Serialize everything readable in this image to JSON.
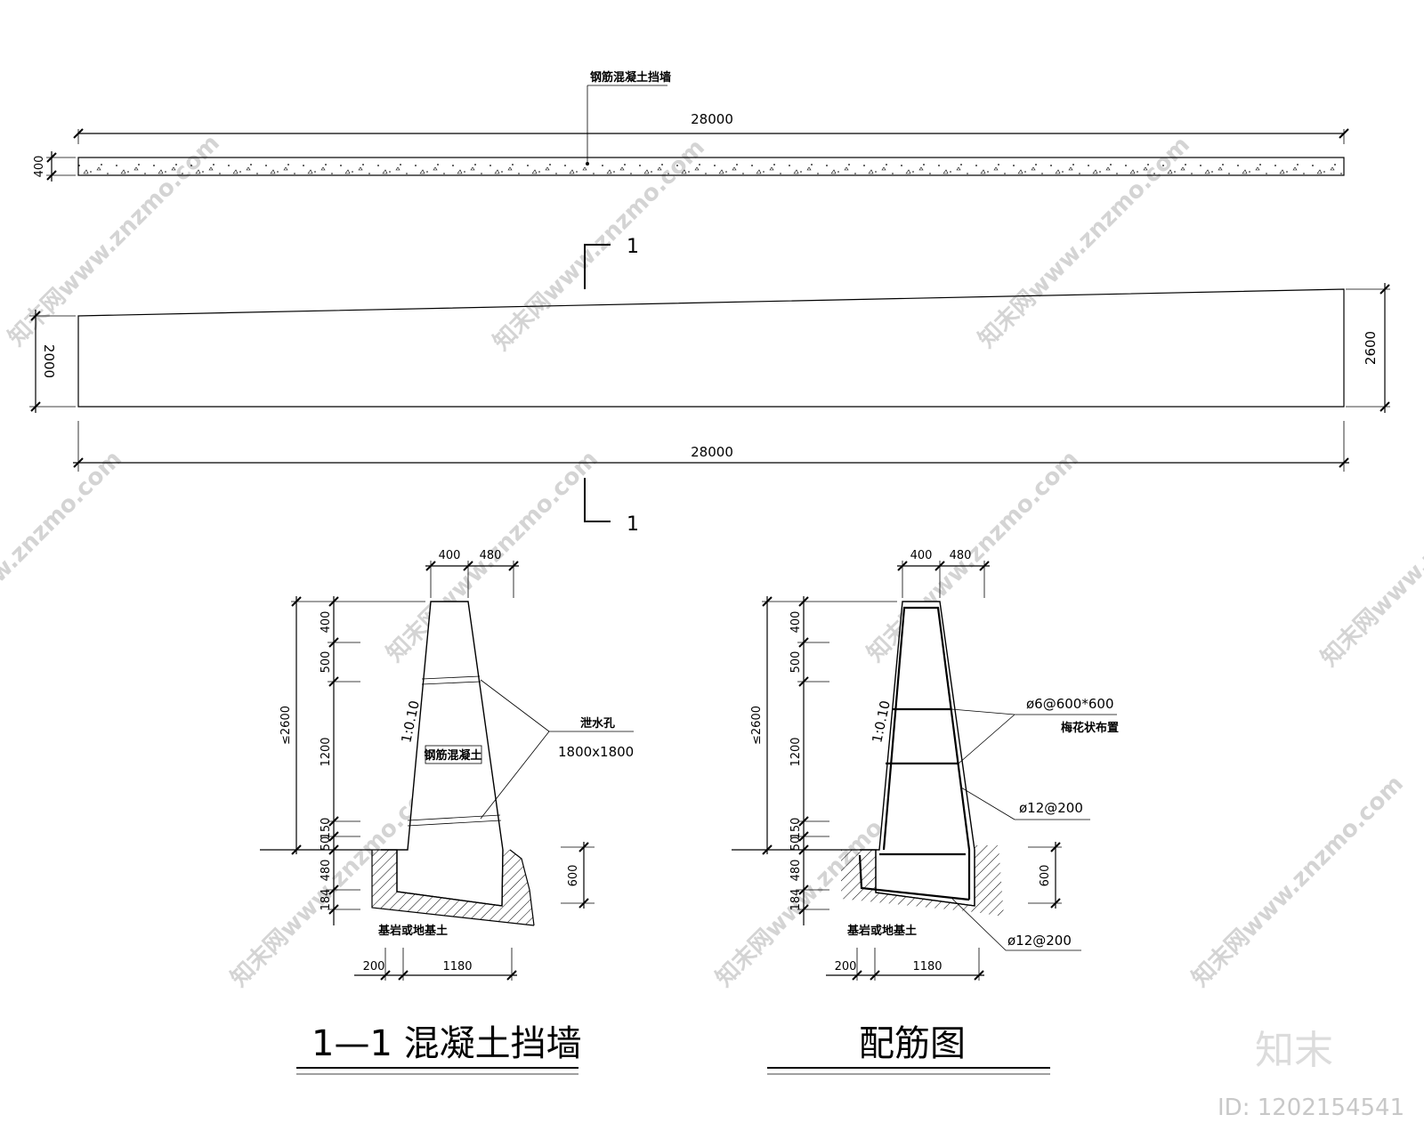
{
  "plan": {
    "label_wall": "钢筋混凝土挡墙",
    "dim_length_top": "28000",
    "dim_thickness": "400"
  },
  "elevation": {
    "dim_height_left": "2000",
    "dim_height_right": "2600",
    "dim_length_bottom": "28000",
    "section_mark": "1"
  },
  "section": {
    "dim_top_1": "400",
    "dim_top_2": "480",
    "dim_total": "≤2600",
    "dim_v": [
      "400",
      "500",
      "1200",
      "150",
      "50",
      "480",
      "184"
    ],
    "slope": "1:0.10",
    "material": "钢筋混凝土",
    "drain_label": "泄水孔",
    "drain_size": "1800x1800",
    "dim_footing": "600",
    "ground_label": "基岩或地基土",
    "dim_bottom_1": "200",
    "dim_bottom_2": "1180",
    "title": "1—1  混凝土挡墙"
  },
  "rebar": {
    "dim_top_1": "400",
    "dim_top_2": "480",
    "dim_total": "≤2600",
    "dim_v": [
      "400",
      "500",
      "1200",
      "150",
      "50",
      "480",
      "184"
    ],
    "slope": "1:0.10",
    "mesh_label": "ø6@600*600",
    "mesh_note": "梅花状布置",
    "bar_1": "ø12@200",
    "bar_2": "ø12@200",
    "dim_footing": "600",
    "ground_label": "基岩或地基土",
    "dim_bottom_1": "200",
    "dim_bottom_2": "1180",
    "title": "配筋图"
  },
  "watermark": {
    "text": "知末网www.znzmo.com",
    "brand": "知末",
    "id": "ID: 1202154541"
  }
}
